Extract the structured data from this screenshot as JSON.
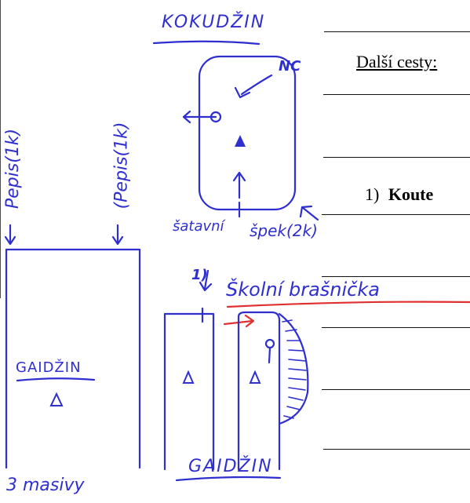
{
  "document": {
    "heading_label": "Další cesty:",
    "numbered_item": {
      "number": "1)",
      "title": "Koute"
    }
  },
  "sketch": {
    "top_map": {
      "title": "KOKUDŽIN",
      "marker": "NC",
      "footer_left": "šatavní",
      "footer_right": "špek(2k)"
    },
    "side_labels": {
      "left": "Pepis(1k)",
      "right": "(Pepis(1k)"
    },
    "middle_map": {
      "title": "Školní brašnička",
      "marker": "1)",
      "footer": "GAIDŽIN"
    },
    "left_box": {
      "title": "GAIDŽIN",
      "footer": "3 masivy"
    },
    "ink_color": "#2f2fd0",
    "accent_color": "#e03030"
  }
}
